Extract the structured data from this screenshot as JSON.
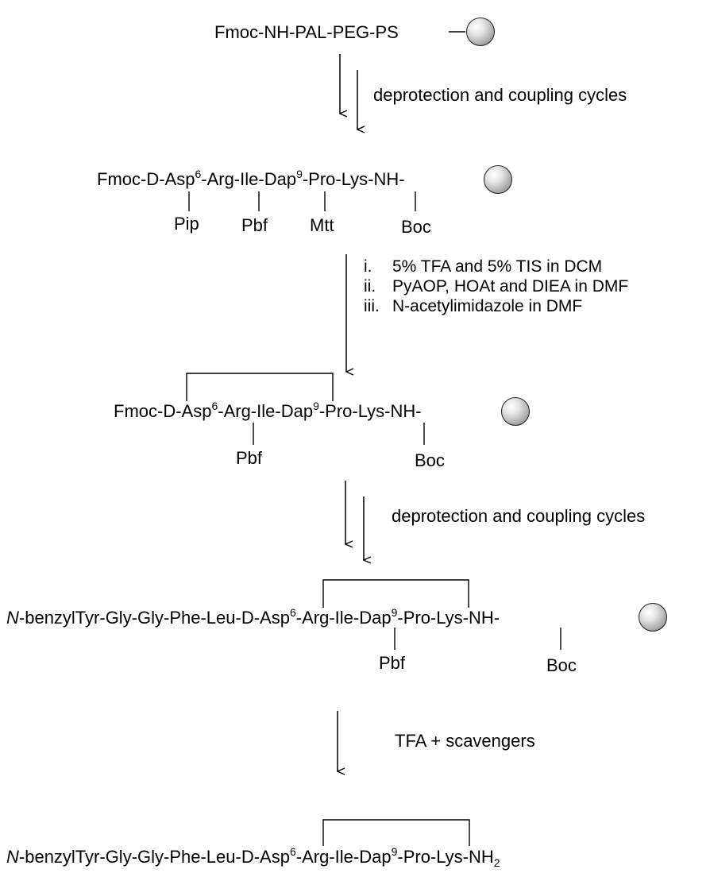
{
  "scheme": {
    "start": {
      "text": "Fmoc-NH-PAL-PEG-PS"
    },
    "step1_label": "deprotection and coupling cycles",
    "intermediate1": {
      "parts": [
        "Fmoc-D-Asp",
        "6",
        "-Arg-Ile-Dap",
        "9",
        "-Pro-Lys-NH-"
      ],
      "protecting_groups": [
        "Pip",
        "Pbf",
        "Mtt",
        "Boc"
      ]
    },
    "step2_conditions": [
      {
        "num": "i.",
        "text": "5% TFA and 5% TIS in DCM"
      },
      {
        "num": "ii.",
        "text": "PyAOP, HOAt and DIEA in DMF"
      },
      {
        "num": "iii.",
        "text": "N-acetylimidazole in DMF"
      }
    ],
    "intermediate2": {
      "parts": [
        "Fmoc-D-Asp",
        "6",
        "-Arg-Ile-Dap",
        "9",
        "-Pro-Lys-NH-"
      ],
      "protecting_groups": [
        "Pbf",
        "Boc"
      ]
    },
    "step3_label": "deprotection and coupling cycles",
    "intermediate3": {
      "prefix_italic": "N",
      "parts": [
        "-benzylTyr-Gly-Gly-Phe-Leu-D-Asp",
        "6",
        "-Arg-Ile-Dap",
        "9",
        "-Pro-Lys-NH-"
      ],
      "protecting_groups": [
        "Pbf",
        "Boc"
      ]
    },
    "step4_label": "TFA + scavengers",
    "product": {
      "prefix_italic": "N",
      "parts": [
        "-benzylTyr-Gly-Gly-Phe-Leu-D-Asp",
        "6",
        "-Arg-Ile-Dap",
        "9",
        "-Pro-Lys-NH",
        "2"
      ]
    }
  }
}
